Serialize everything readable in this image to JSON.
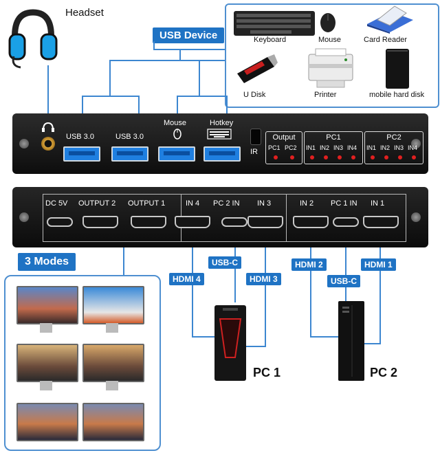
{
  "headset": {
    "label": "Headset"
  },
  "usb_device": {
    "tag": "USB Device"
  },
  "peripherals": {
    "keyboard": "Keyboard",
    "mouse": "Mouse",
    "card_reader": "Card Reader",
    "u_disk": "U Disk",
    "printer": "Printer",
    "hard_disk": "mobile hard disk"
  },
  "front_panel": {
    "usb_ports": [
      {
        "label": "USB 3.0"
      },
      {
        "label": "USB 3.0"
      },
      {
        "label": "Mouse"
      },
      {
        "label": "Hotkey"
      }
    ],
    "ir_label": "IR",
    "output_group": {
      "title": "Output",
      "leds": [
        "PC1",
        "PC2"
      ]
    },
    "pc1_group": {
      "title": "PC1",
      "leds": [
        "IN1",
        "IN2",
        "IN3",
        "IN4"
      ]
    },
    "pc2_group": {
      "title": "PC2",
      "leds": [
        "IN1",
        "IN2",
        "IN3",
        "IN4"
      ]
    }
  },
  "back_panel": {
    "ports": {
      "dc": "DC 5V",
      "out2": "OUTPUT 2",
      "out1": "OUTPUT 1",
      "in4": "IN 4",
      "pc2in": "PC 2 IN",
      "in3": "IN 3",
      "in2": "IN 2",
      "pc1in": "PC 1 IN",
      "in1": "IN 1"
    }
  },
  "tags": {
    "usbc_left": "USB-C",
    "hdmi4": "HDMI 4",
    "hdmi3": "HDMI 3",
    "hdmi2": "HDMI 2",
    "hdmi1": "HDMI 1",
    "usbc_right": "USB-C"
  },
  "modes": {
    "tag": "3 Modes"
  },
  "pcs": {
    "pc1": "PC 1",
    "pc2": "PC 2"
  },
  "colors": {
    "accent": "#1f73c4",
    "led": "#e02020",
    "usb_port": "#1f7fe0"
  }
}
